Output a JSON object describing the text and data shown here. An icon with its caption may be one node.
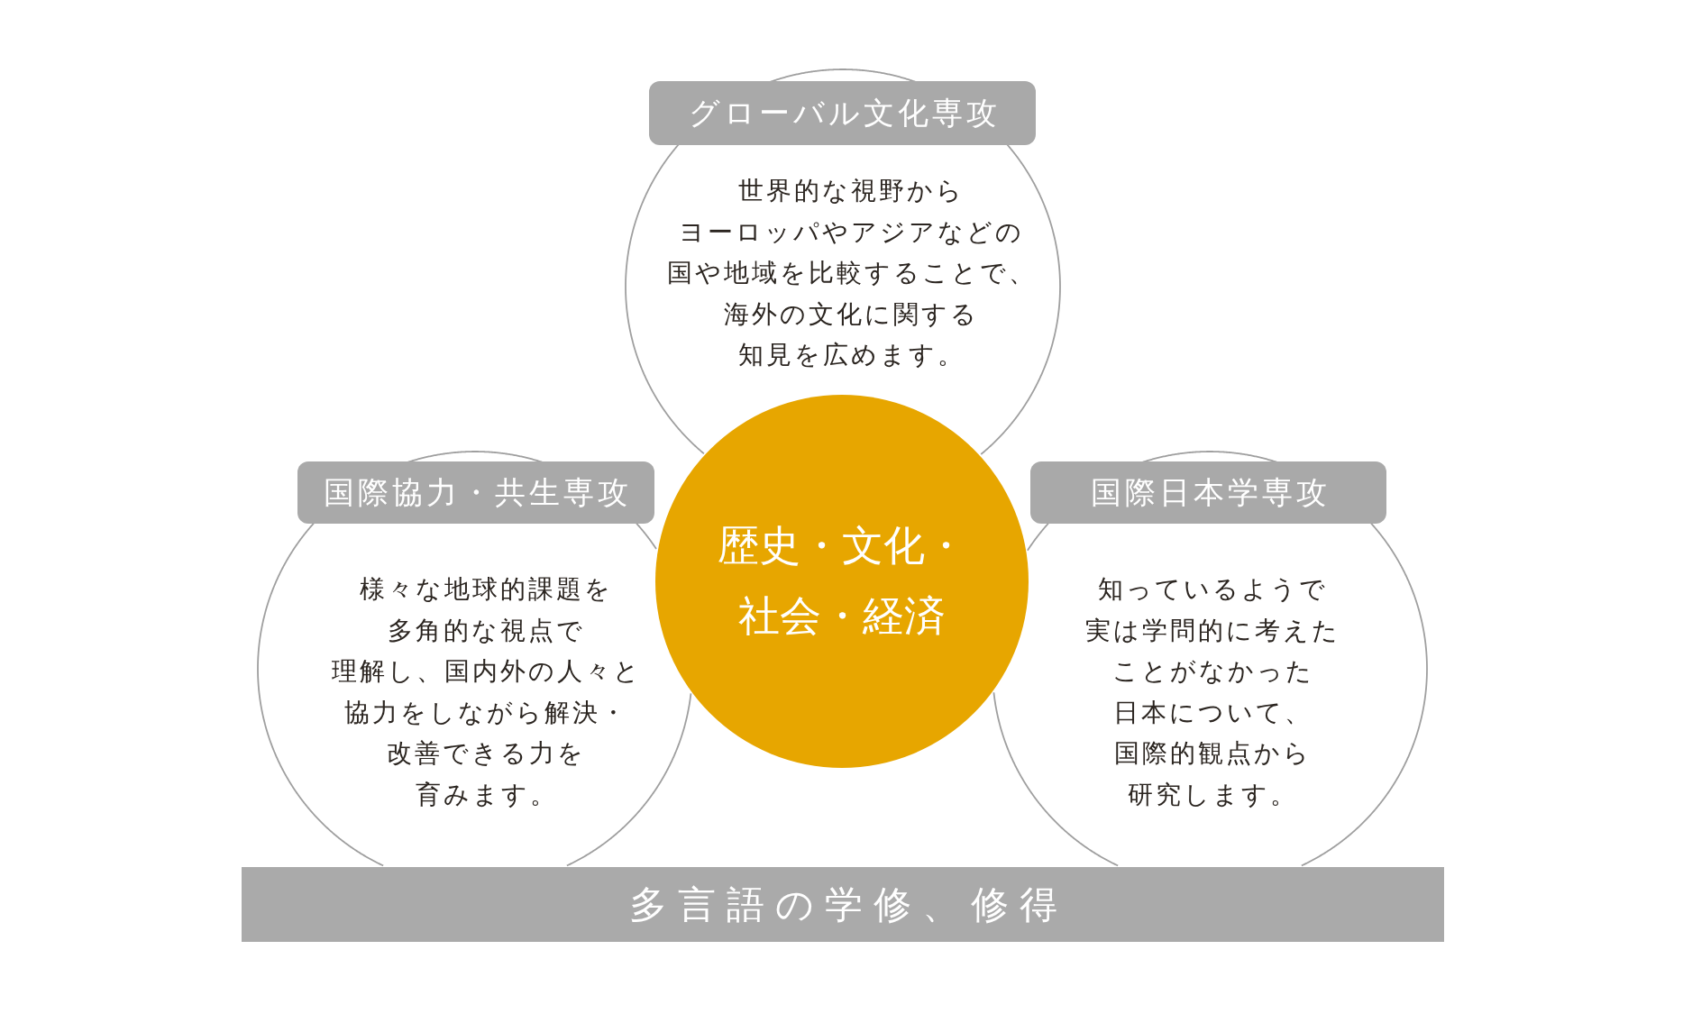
{
  "diagram": {
    "nodes": [
      {
        "text": [
          "グローバル文化専攻",
          "世界的な視野からヨーロッパやアジアなどの国や地域を比較することで、海外の文化に関する知見を広めます。"
        ]
      },
      {
        "text": [
          "国際協力・共生専攻",
          "様々な地球的課題を多角的な視点で理解し、国内外の人々と協力をしながら解決・改善できる力を育みます。"
        ]
      },
      {
        "text": [
          "歴史・文化・社会・経済"
        ]
      },
      {
        "text": [
          "国際日本学専攻",
          "知っているようで実は学問的に考えたことがなかった日本について、国際的観点から研究します。"
        ]
      },
      {
        "text": [
          "多言語の学修、修得"
        ]
      }
    ]
  }
}
